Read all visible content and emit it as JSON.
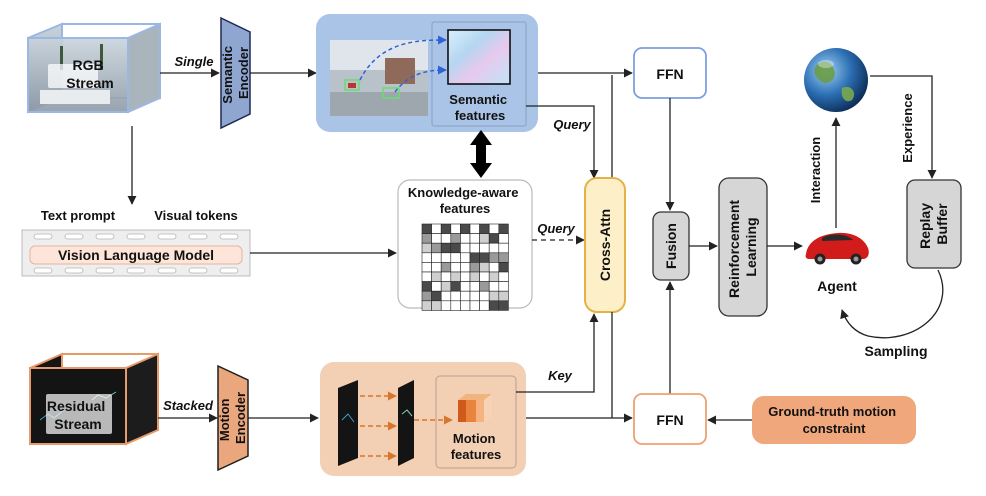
{
  "streams": {
    "rgb": "RGB\nStream",
    "residual": "Residual\nStream"
  },
  "encoders": {
    "semantic": "Semantic\nEncoder",
    "motion": "Motion\nEncoder",
    "semantic_input_label": "Single",
    "motion_input_label": "Stacked"
  },
  "features": {
    "semantic": "Semantic\nfeatures",
    "motion": "Motion\nfeatures",
    "knowledge": "Knowledge-aware\nfeatures"
  },
  "vlm": {
    "title": "Vision Language Model",
    "text_prompt": "Text prompt",
    "visual_tokens": "Visual tokens"
  },
  "edges": {
    "query_top": "Query",
    "query_mid": "Query",
    "key": "Key"
  },
  "blocks": {
    "cross_attn": "Cross-Attn",
    "ffn_top": "FFN",
    "ffn_bottom": "FFN",
    "fusion": "Fusion",
    "rl": "Reinforcement\nLearning",
    "replay": "Replay\nBuffer",
    "gt_motion": "Ground-truth motion\nconstraint"
  },
  "loop": {
    "agent": "Agent",
    "interaction": "Interaction",
    "experience": "Experience",
    "sampling": "Sampling"
  },
  "colors": {
    "semantic_panel": "#a9c4e6",
    "semantic_encoder": "#8fa6d0",
    "motion_panel": "#f3cfb4",
    "motion_encoder": "#eaa67c",
    "cross_attn": "#fdefc8",
    "cross_attn_border": "#e5b24a",
    "ffn_blue_border": "#7d9ee0",
    "ffn_orange_border": "#efa071",
    "gray_block": "#d6d6d6",
    "gt_motion": "#f0a77c",
    "vlm_bar": "#fde6d9"
  },
  "icons": [
    "globe-icon",
    "car-icon",
    "matrix-icon",
    "feature-cube-icon"
  ]
}
